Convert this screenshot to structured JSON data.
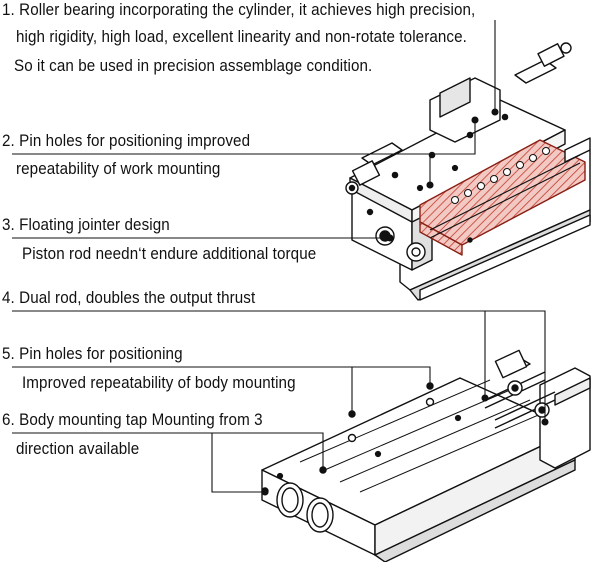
{
  "features": [
    {
      "lines": [
        "1. Roller bearing incorporating the cylinder, it achieves high precision,",
        "high rigidity, high load, excellent linearity and non-rotate tolerance.",
        "So it can be used in precision assemblage condition."
      ]
    },
    {
      "lines": [
        "2. Pin holes for positioning improved",
        "repeatability of work mounting"
      ]
    },
    {
      "lines": [
        "3. Floating jointer design",
        "Piston rod needn‘t endure additional torque"
      ]
    },
    {
      "lines": [
        "4. Dual rod, doubles the output thrust"
      ]
    },
    {
      "lines": [
        "5. Pin holes for positioning",
        "Improved repeatability of body mounting"
      ]
    },
    {
      "lines": [
        "6. Body mounting tap Mounting from 3",
        "direction available"
      ]
    }
  ],
  "colors": {
    "line": "#111111",
    "hatch": "#c0392b",
    "hatch_bg": "#f3c9c4"
  }
}
